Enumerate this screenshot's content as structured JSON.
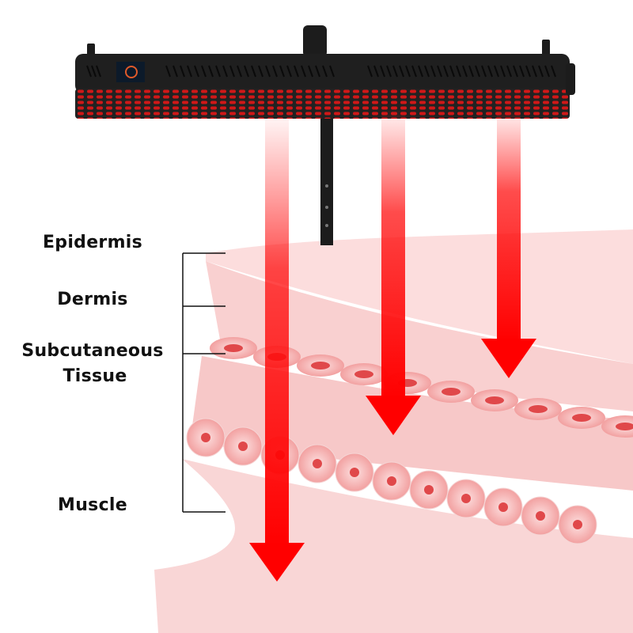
{
  "labels": {
    "epidermis": "Epidermis",
    "dermis": "Dermis",
    "subcutaneous_line1": "Subcutaneous",
    "subcutaneous_line2": "Tissue",
    "muscle": "Muscle"
  },
  "colors": {
    "light_beam": "#ff0000",
    "device_body": "#1e1e1e",
    "led": "#c81414",
    "tissue": "#f6b9b9",
    "bracket": "#111111"
  }
}
